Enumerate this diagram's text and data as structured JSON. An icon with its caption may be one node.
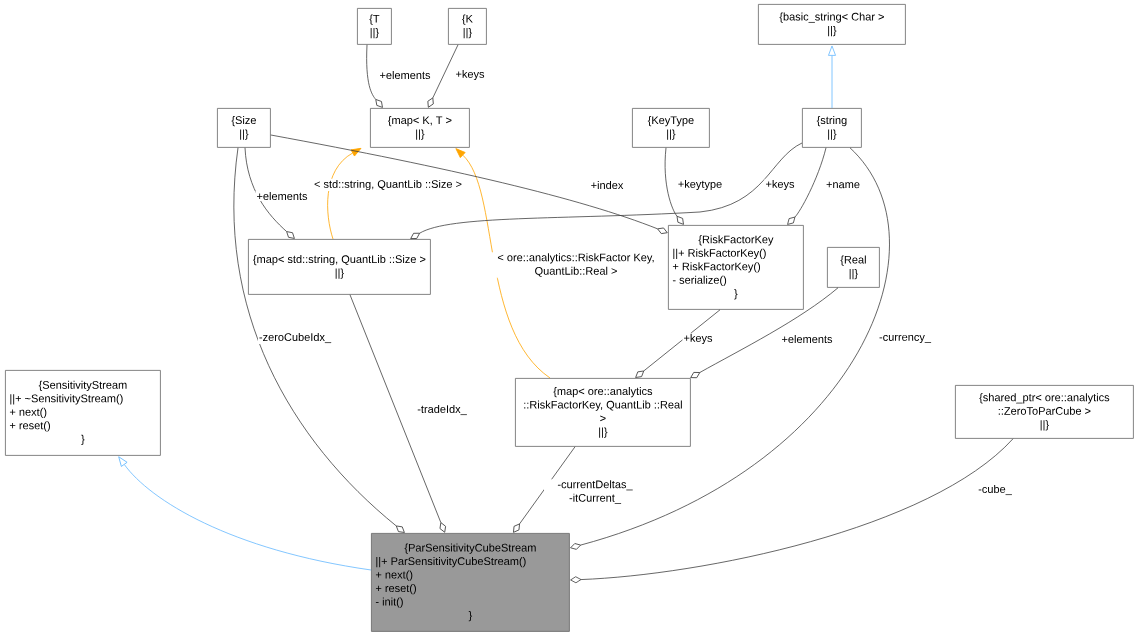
{
  "diagram": {
    "nodes": [
      {
        "text": [
          "{T",
          "||}"
        ]
      },
      {
        "text": [
          "{K",
          "||}"
        ]
      },
      {
        "text": [
          "{basic_string< Char >",
          "||}"
        ]
      },
      {
        "text": [
          "{Size",
          "||}"
        ]
      },
      {
        "text": [
          "{map< K, T >",
          "||}"
        ]
      },
      {
        "text": [
          "{KeyType",
          "||}"
        ]
      },
      {
        "text": [
          "{string",
          "||}"
        ]
      },
      {
        "text": [
          "{map< std::string, QuantLib ::Size >",
          "||}"
        ]
      },
      {
        "text": [
          "{RiskFactorKey",
          "||+ RiskFactorKey()",
          "+ RiskFactorKey()",
          "- serialize()",
          "}"
        ]
      },
      {
        "text": [
          "{Real",
          "||}"
        ]
      },
      {
        "text": [
          "{map< ore::analytics ::RiskFactorKey, QuantLib ::Real >",
          "||}"
        ]
      },
      {
        "text": [
          "{SensitivityStream",
          "||+ ~SensitivityStream()",
          "+ next()",
          "+ reset()",
          "}"
        ]
      },
      {
        "text": [
          "{shared_ptr< ore::analytics ::ZeroToParCube >",
          "||}"
        ]
      },
      {
        "text": [
          "{ParSensitivityCubeStream",
          "||+ ParSensitivityCubeStream()",
          "+ next()",
          "+ reset()",
          "- init()",
          "}"
        ]
      }
    ],
    "edges": [
      {
        "from": 0,
        "to": 4,
        "arrow": "other",
        "label": "+elements"
      },
      {
        "from": 1,
        "to": 4,
        "arrow": "other",
        "label": "+keys"
      },
      {
        "from": 6,
        "to": 2,
        "arrow": "to",
        "color": "#63b8ff"
      },
      {
        "from": 3,
        "to": 7,
        "arrow": "other",
        "label": "+elements"
      },
      {
        "from": 7,
        "to": 4,
        "arrow": "to",
        "color": "#ffa500",
        "label": "< std::string, QuantLib ::Size >"
      },
      {
        "from": 10,
        "to": 4,
        "arrow": "to",
        "color": "#ffa500",
        "label": "< ore::analytics::RiskFactor Key, QuantLib::Real >"
      },
      {
        "from": 3,
        "to": 8,
        "arrow": "other",
        "label": "+index"
      },
      {
        "from": 5,
        "to": 8,
        "arrow": "other",
        "label": "+keytype"
      },
      {
        "from": 6,
        "to": 7,
        "arrow": "other",
        "label": "+keys"
      },
      {
        "from": 6,
        "to": 8,
        "arrow": "other",
        "label": "+name"
      },
      {
        "from": 8,
        "to": 10,
        "arrow": "other",
        "label": "+keys"
      },
      {
        "from": 9,
        "to": 10,
        "arrow": "other",
        "label": "+elements"
      },
      {
        "from": 3,
        "to": 13,
        "arrow": "other",
        "label": "-zeroCubeIdx_"
      },
      {
        "from": 7,
        "to": 13,
        "arrow": "other",
        "label": "-tradeIdx_"
      },
      {
        "from": 10,
        "to": 13,
        "arrow": "other",
        "label": "-currentDeltas_ -itCurrent_"
      },
      {
        "from": 6,
        "to": 13,
        "arrow": "other",
        "label": "-currency_"
      },
      {
        "from": 12,
        "to": 13,
        "arrow": "other",
        "label": "-cube_"
      },
      {
        "from": 13,
        "to": 11,
        "arrow": "to",
        "color": "#63b8ff"
      }
    ]
  }
}
